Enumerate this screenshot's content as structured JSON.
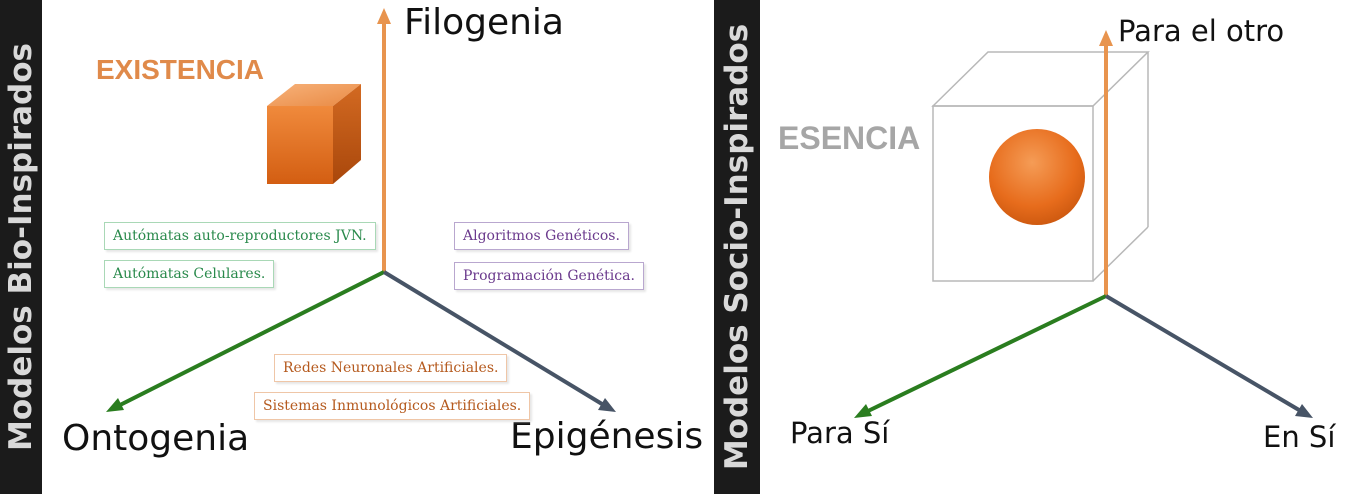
{
  "left_panel": {
    "side_title": "Modelos Bio-Inspirados",
    "top_axis": "Filogenia",
    "left_axis": "Ontogenia",
    "right_axis": "Epigénesis",
    "shape_label": "EXISTENCIA",
    "tags_green": [
      "Autómatas auto-reproductores JVN.",
      "Autómatas Celulares."
    ],
    "tags_purple": [
      "Algoritmos Genéticos.",
      "Programación Genética."
    ],
    "tags_orange": [
      "Redes Neuronales Artificiales.",
      "Sistemas Inmunológicos Artificiales."
    ]
  },
  "right_panel": {
    "side_title": "Modelos Socio-Inspirados",
    "top_axis": "Para el otro",
    "left_axis": "Para Sí",
    "right_axis": "En Sí",
    "shape_label": "ESENCIA"
  },
  "colors": {
    "vertical_axis": "#e8944e",
    "left_axis": "#2a7d1f",
    "right_axis": "#475466",
    "shape_orange": "#e86d1f",
    "existencia_label": "#e08a4a",
    "esencia_label": "#a6a6a6"
  }
}
